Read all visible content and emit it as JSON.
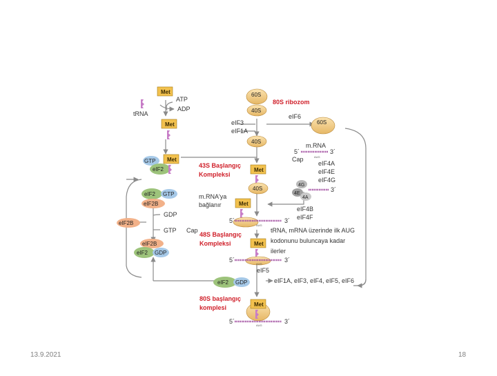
{
  "footer": {
    "date": "13.9.2021",
    "page": "18"
  },
  "diagram": {
    "met_label": "Met",
    "trna": "tRNA",
    "atp": "ATP",
    "adp": "ADP",
    "gtp": "GTP",
    "gdp": "GDP",
    "eif2": "eIF2",
    "eif2b": "eIF2B",
    "ribosome_60s": "60S",
    "ribosome_40s": "40S",
    "ribosome_80s_label": "80S ribozom",
    "eif3": "eIF3",
    "eif1a": "eIF1A",
    "eif6": "eIF6",
    "mrna": "m.RNA",
    "five_prime": "5´",
    "three_prime": "3´",
    "cap": "Cap",
    "aug": "AUG",
    "eif4_list": [
      "eIF4A",
      "eIF4E",
      "eIF4G"
    ],
    "eif4_small": [
      "4G",
      "4E",
      "4A"
    ],
    "eif4bf": [
      "eIF4B",
      "eIF4F"
    ],
    "c43s": [
      "43S Başlangıç",
      "Kompleksi"
    ],
    "mrna_bind": [
      "m.RNA'ya",
      "bağlanır"
    ],
    "c48s": [
      "48S Başlangıç",
      "Kompleksi"
    ],
    "scan_text": [
      "tRNA, mRNA üzerinde ilk AUG",
      "kodonunu buluncaya kadar",
      "ilerler"
    ],
    "eif5": "eIF5",
    "release": "eIF1A, eIF3, eIF4, eIF5, eIF6",
    "c80s": [
      "80S başlangıç",
      "komplesi"
    ]
  }
}
